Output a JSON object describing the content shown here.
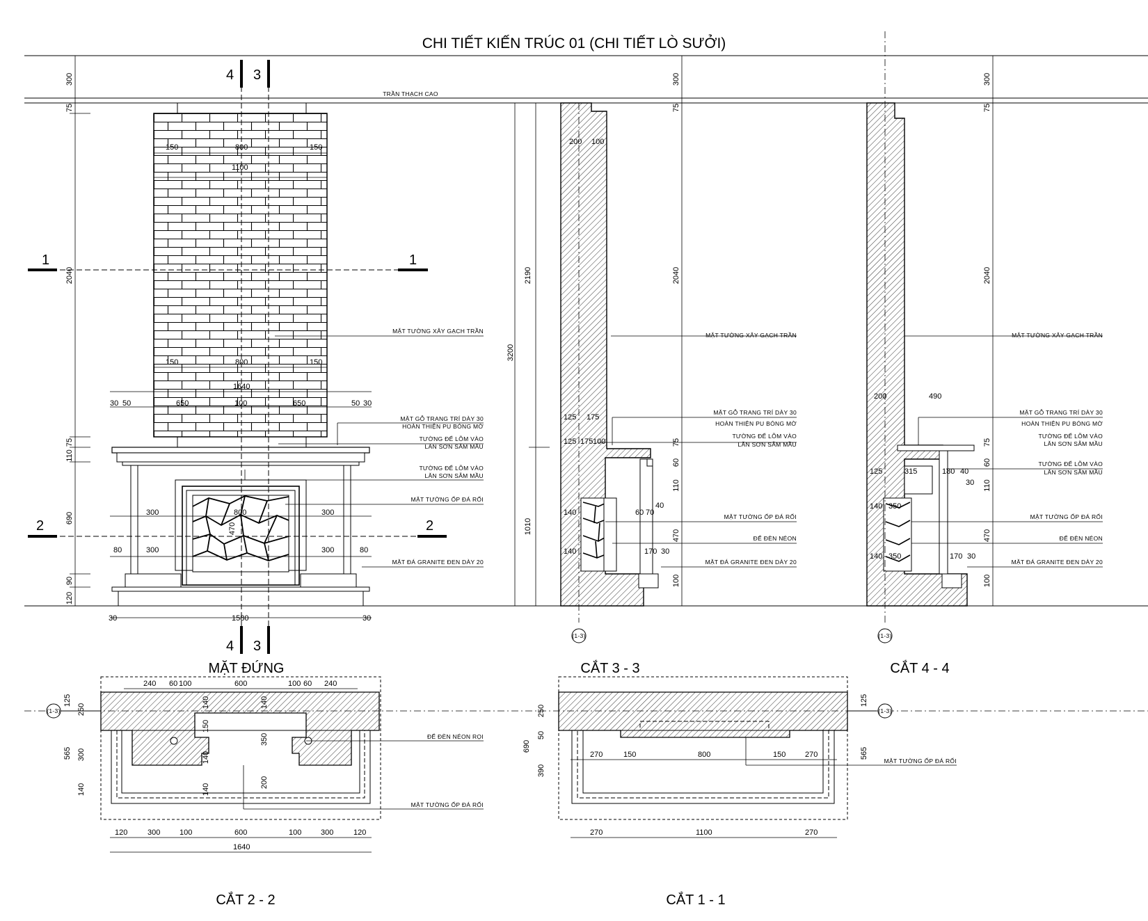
{
  "title": "CHI TIẾT KIẾN TRÚC 01 (CHI TIẾT LÒ SƯỞI)",
  "ceiling_label": "TRẦN THẠCH CAO",
  "views": {
    "elevation": "MẶT ĐỨNG",
    "section33": "CẮT 3 - 3",
    "section44": "CẮT 4 - 4",
    "section22": "CẮT 2 - 2",
    "section11": "CẮT 1 - 1"
  },
  "section_marks": {
    "one": "1",
    "two": "2",
    "three": "3",
    "four": "4"
  },
  "grid_bubble": "(1-3)",
  "notes": {
    "brick": "MẶT TƯỜNG XÂY GẠCH TRẦN",
    "wood1": "MẶT GỖ TRANG TRÍ DÀY 30",
    "wood2": "HOÀN THIỆN PU BÓNG MỜ",
    "recess1": "TƯỜNG ĐỂ LÕM VÀO",
    "recess2": "LĂN SƠN SẪM MẦU",
    "stone": "MẶT TƯỜNG ỐP ĐÁ RỐI",
    "neon": "ĐỂ ĐÈN NÉON",
    "granite": "MẶT ĐÁ GRANITE ĐEN DÀY 20",
    "neon_plan": "ĐỂ ĐÈN NÉON RỌI",
    "stone_plan": "MẶT TƯỜNG ỐP ĐÁ RỐI"
  },
  "dims": {
    "d300": "300",
    "d75": "75",
    "d2040": "2040",
    "d110": "110",
    "d690": "690",
    "d90": "90",
    "d120": "120",
    "d150": "150",
    "d800": "800",
    "d1100": "1100",
    "d1640": "1640",
    "d650": "650",
    "d100": "100",
    "d30": "30",
    "d50": "50",
    "d40": "40",
    "d80": "80",
    "d20": "20",
    "d470": "470",
    "d1580": "1580",
    "d200": "200",
    "d2190": "2190",
    "d3200": "3200",
    "d1010": "1010",
    "d125": "125",
    "d175": "175",
    "d140": "140",
    "d60": "60",
    "d70": "70",
    "d170": "170",
    "d490": "490",
    "d315": "315",
    "d180": "180",
    "d350": "350",
    "d240": "240",
    "d600": "600",
    "d565": "565",
    "d250": "250",
    "d270": "270",
    "d390": "390"
  }
}
